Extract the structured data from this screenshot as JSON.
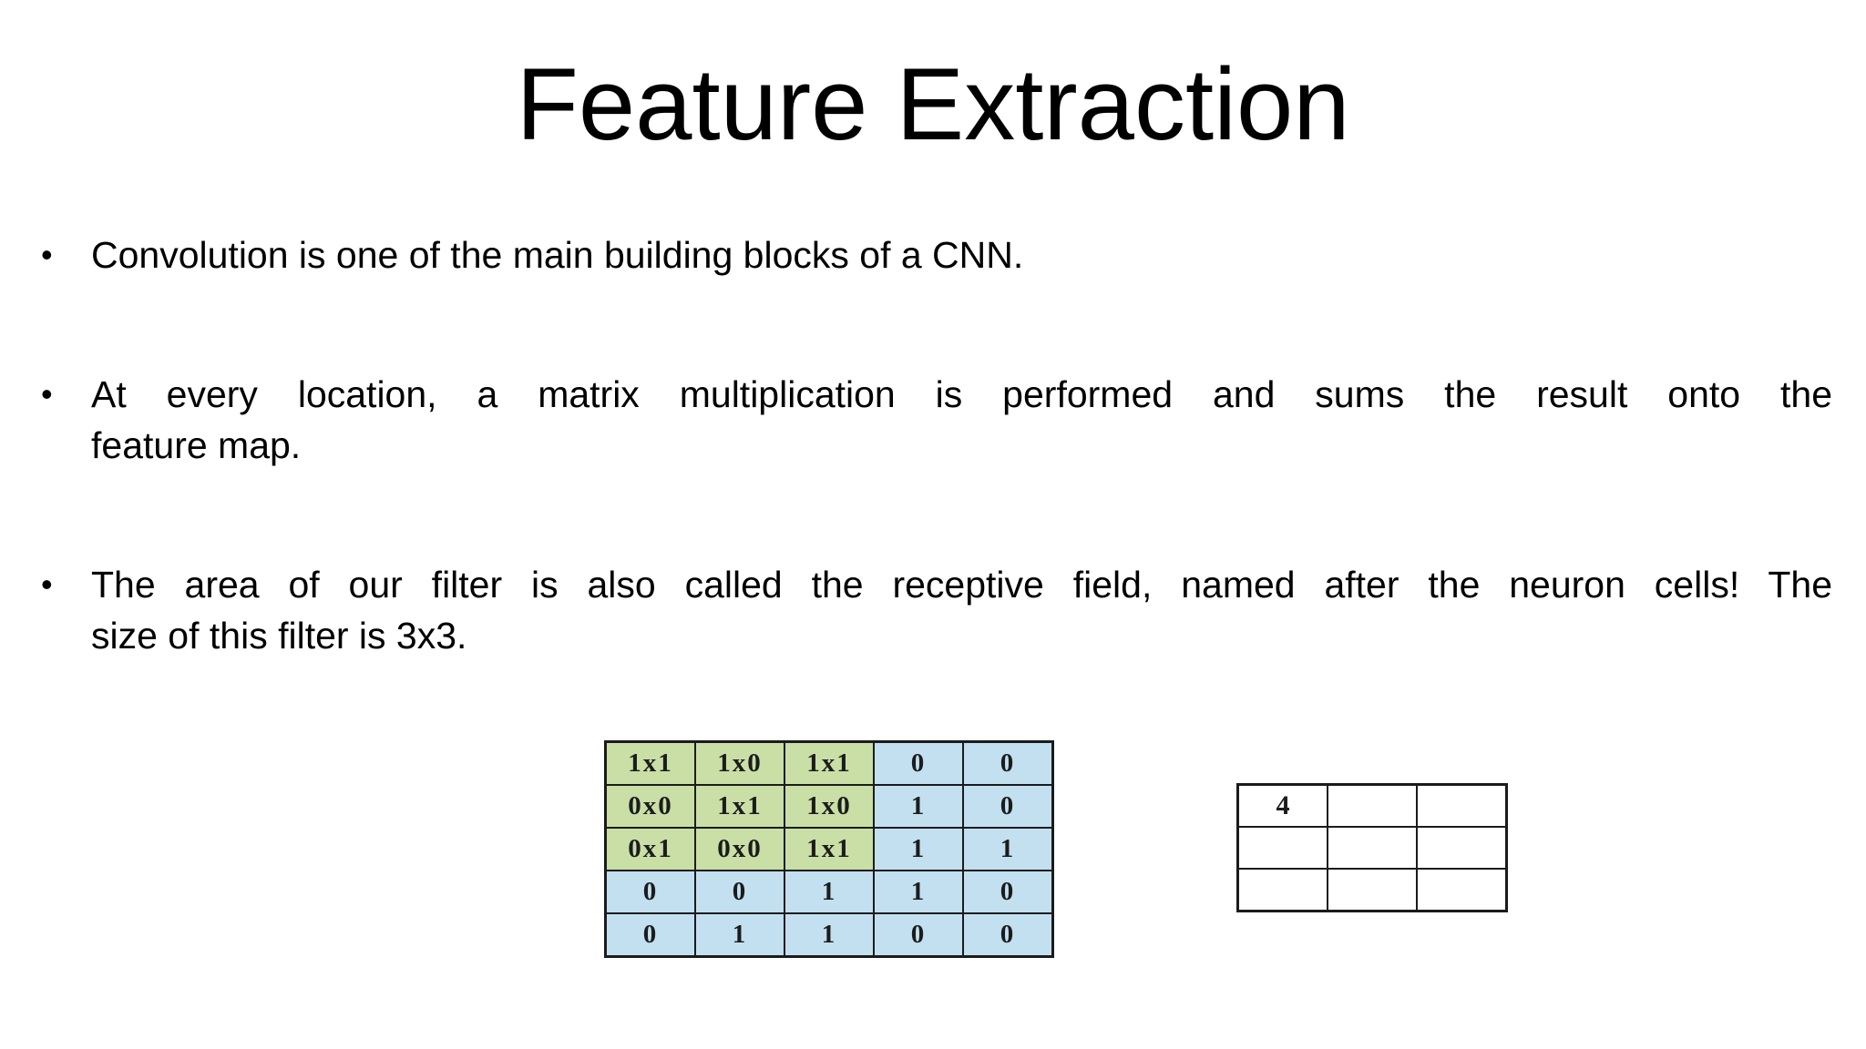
{
  "slide": {
    "title": "Feature Extraction",
    "bullet_char": "•",
    "bullets": [
      {
        "lines": [
          "Convolution is one of the main building blocks of a CNN."
        ]
      },
      {
        "lines": [
          "At every location, a matrix multiplication is performed and sums the result onto the",
          "feature map."
        ]
      },
      {
        "lines": [
          "The area of our filter is also called the receptive field, named after the neuron cells! The",
          "size of this filter is 3x3."
        ]
      }
    ]
  },
  "convolution_table": {
    "rows": [
      [
        "1x1",
        "1x0",
        "1x1",
        "0",
        "0"
      ],
      [
        "0x0",
        "1x1",
        "1x0",
        "1",
        "0"
      ],
      [
        "0x1",
        "0x0",
        "1x1",
        "1",
        "1"
      ],
      [
        "0",
        "0",
        "1",
        "1",
        "0"
      ],
      [
        "0",
        "1",
        "1",
        "0",
        "0"
      ]
    ]
  },
  "feature_map_table": {
    "rows": [
      [
        "4",
        "",
        ""
      ],
      [
        "",
        "",
        ""
      ],
      [
        "",
        "",
        ""
      ]
    ]
  },
  "colors": {
    "filter_green": "#c9dfa6",
    "input_blue": "#c2e0f0",
    "result_pink": "#f6b4aa",
    "border_dark": "#1b1b1b"
  }
}
